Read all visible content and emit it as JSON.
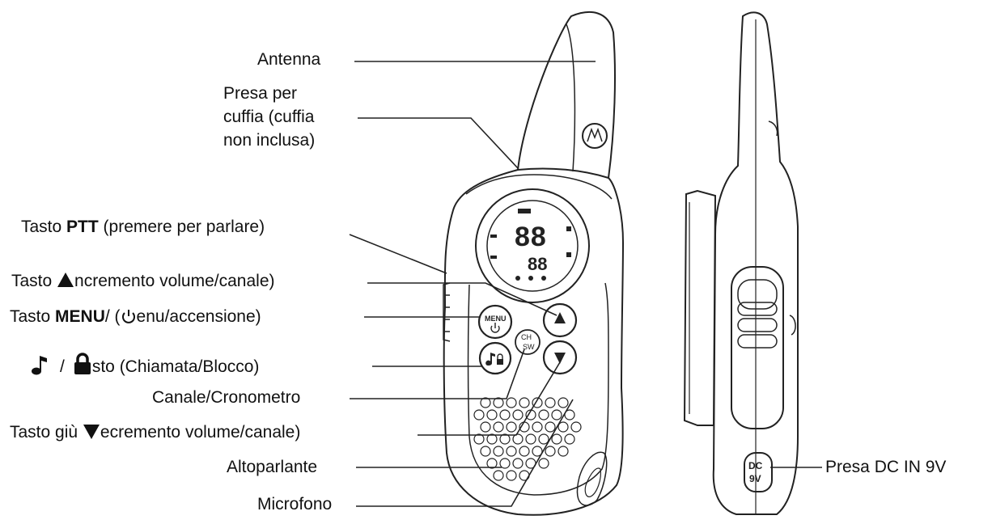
{
  "labels": {
    "antenna": "Antenna",
    "headset_jack": "Presa per\ncuffia (cuffia\nnon inclusa)",
    "ptt": {
      "prefix": "Tasto ",
      "bold": "PTT",
      "suffix": " (premere per parlare)"
    },
    "up_key": {
      "prefix": "Tasto ",
      "suffix": "ncremento volume/canale)"
    },
    "menu_key": {
      "prefix": "Tasto ",
      "bold": "MENU",
      "mid": "/ (",
      "suffix": "enu/accensione)"
    },
    "call_lock": {
      "sep": "/",
      "suffix": "sto (Chiamata/Blocco)"
    },
    "channel_timer": "Canale/Cronometro",
    "down_key": {
      "prefix": "Tasto giù ",
      "suffix": "ecremento volume/canale)"
    },
    "speaker": "Altoparlante",
    "microphone": "Microfono",
    "dc_jack": "Presa DC IN 9V"
  },
  "radio": {
    "display_digits_big": "88",
    "display_digits_small": "88",
    "menu_button_text": "MENU",
    "ch_sw_text_top": "CH",
    "ch_sw_text_bottom": "SW",
    "dc_text_top": "DC",
    "dc_text_bottom": "9V"
  },
  "icons": [
    "music-note-icon",
    "padlock-icon",
    "up-triangle-icon",
    "down-triangle-icon",
    "power-icon"
  ]
}
